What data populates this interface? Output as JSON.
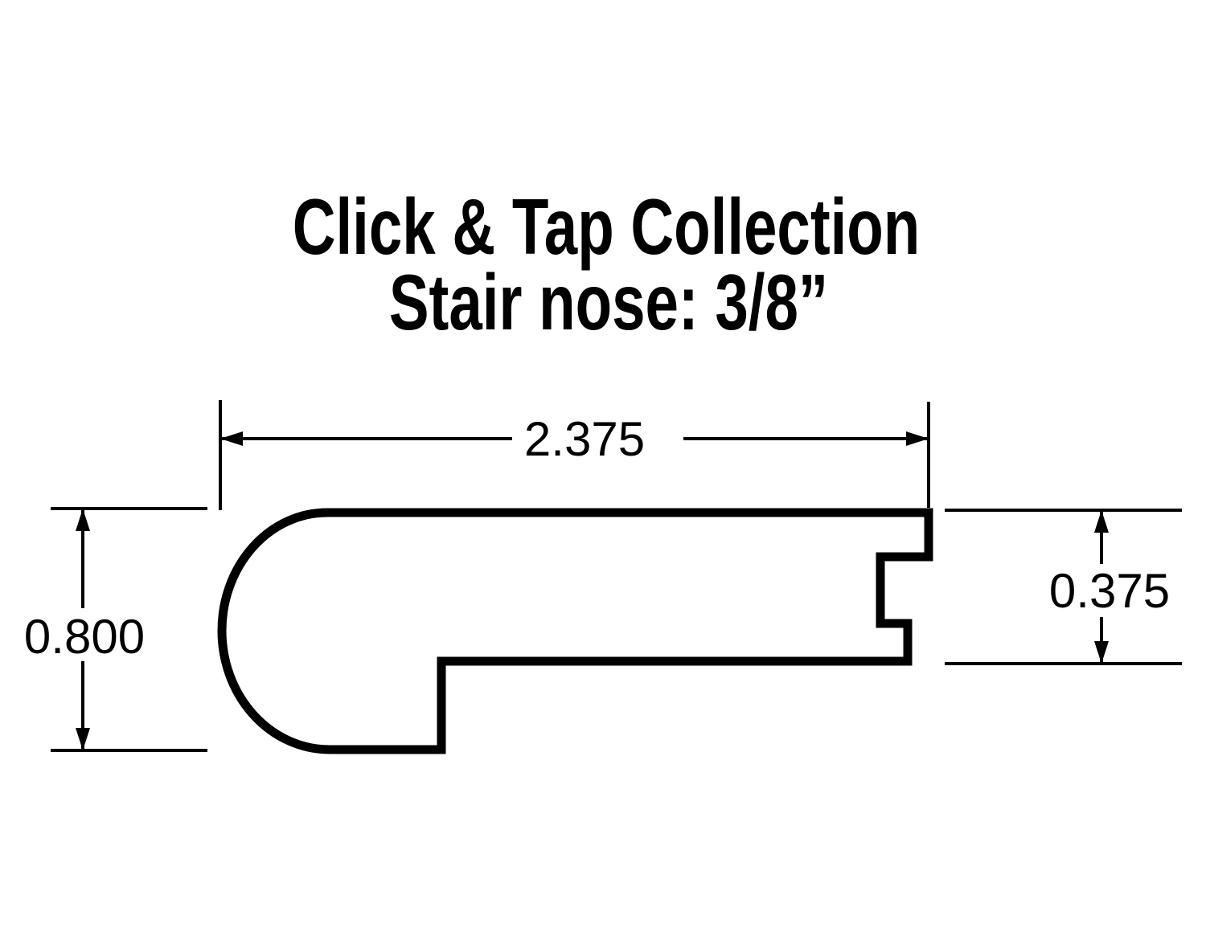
{
  "title": {
    "line1": "Click & Tap Collection",
    "line2": "Stair nose: 3/8”"
  },
  "diagram": {
    "name": "stair-nose-cross-section-profile",
    "dimensions": {
      "overall_width": {
        "value": "2.375"
      },
      "overall_height": {
        "value": "0.800"
      },
      "flooring_thickness": {
        "value": "0.375"
      }
    },
    "colors": {
      "line": "#000000",
      "background": "#ffffff"
    }
  }
}
